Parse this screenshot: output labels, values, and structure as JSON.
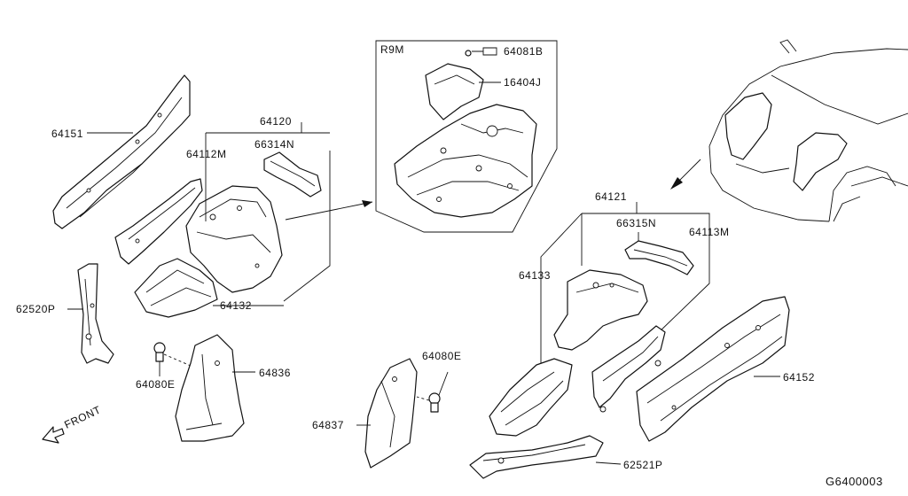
{
  "labels": {
    "p64151": "64151",
    "p64120": "64120",
    "p64112M": "64112M",
    "p66314N": "66314N",
    "p64132": "64132",
    "p62520P": "62520P",
    "p64080E_left": "64080E",
    "p64836": "64836",
    "front": "FRONT",
    "r9m": "R9M",
    "p64081B": "64081B",
    "p16404J": "16404J",
    "p64121": "64121",
    "p66315N": "66315N",
    "p64113M": "64113M",
    "p64133": "64133",
    "p64080E_right": "64080E",
    "p64837": "64837",
    "p64152": "64152",
    "p62521P": "62521P",
    "diagram_code": "G6400003"
  },
  "colors": {
    "line": "#111111",
    "background": "#ffffff"
  }
}
